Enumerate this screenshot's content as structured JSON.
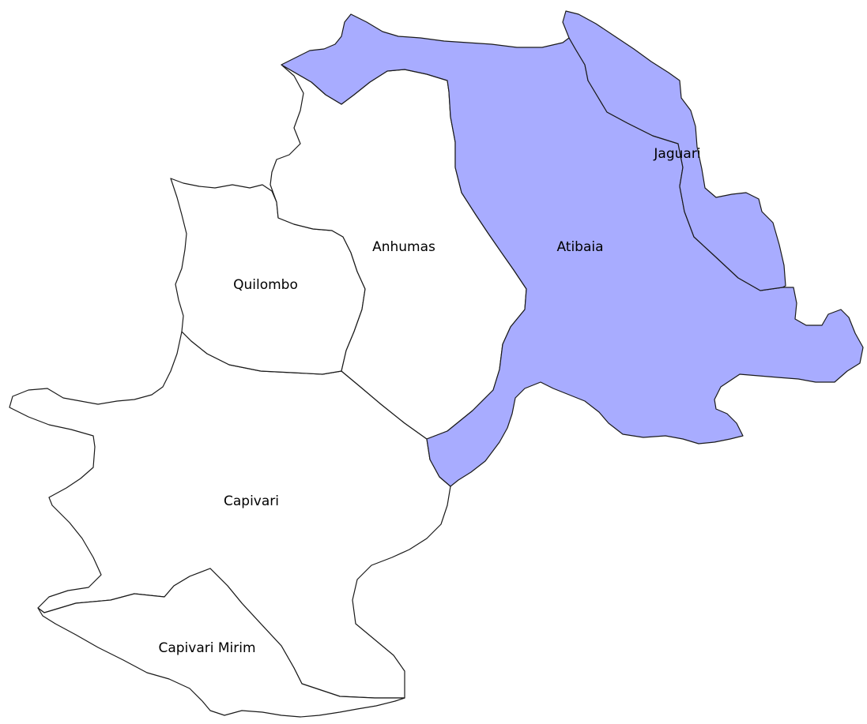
{
  "map": {
    "colors": {
      "highlight": "#a8acff",
      "default": "#ffffff",
      "border": "#1a1a1a"
    },
    "regions": [
      {
        "key": "quilombo",
        "label": "Quilombo",
        "highlighted": false
      },
      {
        "key": "anhumas",
        "label": "Anhumas",
        "highlighted": false
      },
      {
        "key": "capivari",
        "label": "Capivari",
        "highlighted": false
      },
      {
        "key": "capivari-mirim",
        "label": "Capivari Mirim",
        "highlighted": false
      },
      {
        "key": "atibaia",
        "label": "Atibaia",
        "highlighted": true
      },
      {
        "key": "jaguari",
        "label": "Jaguari",
        "highlighted": true
      }
    ]
  }
}
